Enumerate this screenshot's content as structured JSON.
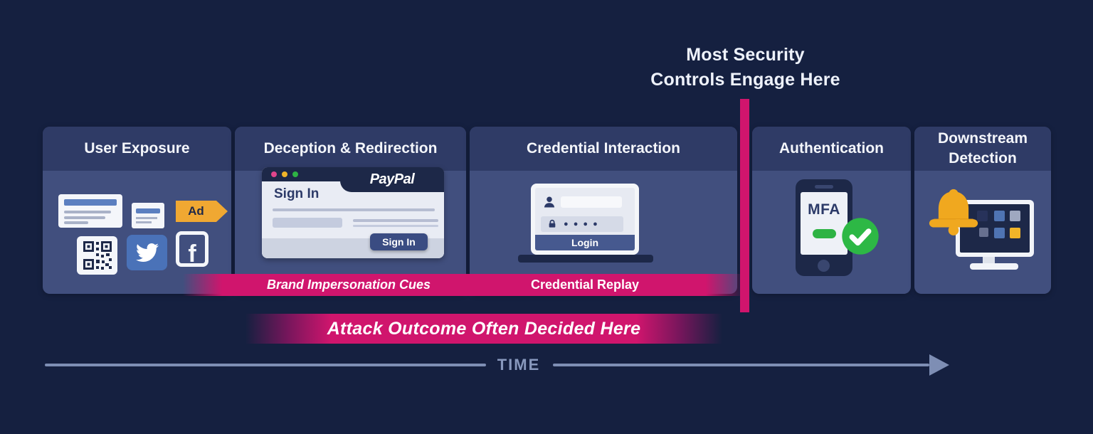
{
  "annotation": {
    "text": "Most Security Controls Engage Here",
    "line1": "Most Security",
    "line2": "Controls Engage Here"
  },
  "panels": {
    "user_exposure": {
      "title": "User Exposure",
      "ad_label": "Ad",
      "facebook_glyph": "f"
    },
    "deception": {
      "title": "Deception & Redirection",
      "browser": {
        "brand": "PayPal",
        "heading": "Sign In",
        "button": "Sign In"
      }
    },
    "credential": {
      "title": "Credential Interaction",
      "laptop": {
        "password_mask": "● ● ● ●",
        "button": "Login"
      }
    },
    "authentication": {
      "title": "Authentication",
      "phone_label": "MFA"
    },
    "downstream": {
      "title": "Downstream Detection"
    }
  },
  "band": {
    "brand_label": "Brand Impersonation Cues",
    "replay_label": "Credential Replay"
  },
  "banner": {
    "text": "Attack Outcome Often Decided Here"
  },
  "timeline": {
    "label": "TIME"
  },
  "icons": [
    "newsletter-icon",
    "email-icon",
    "ad-tag-icon",
    "qr-code-icon",
    "twitter-icon",
    "facebook-icon",
    "browser-window-icon",
    "traffic-light-dots-icon",
    "paypal-logo",
    "laptop-login-icon",
    "user-icon",
    "lock-icon",
    "smartphone-icon",
    "mfa-check-icon",
    "alert-bell-icon",
    "monitor-dashboard-icon",
    "time-arrow-icon"
  ],
  "colors": {
    "background": "#152040",
    "panel_header": "#2f3b66",
    "panel_body": "#414f7e",
    "accent_pink": "#d0156d",
    "ad_orange": "#f0a832",
    "success_green": "#2eb344",
    "timeline_slate": "#7e8eb4",
    "icon_navy": "#1d2848"
  }
}
